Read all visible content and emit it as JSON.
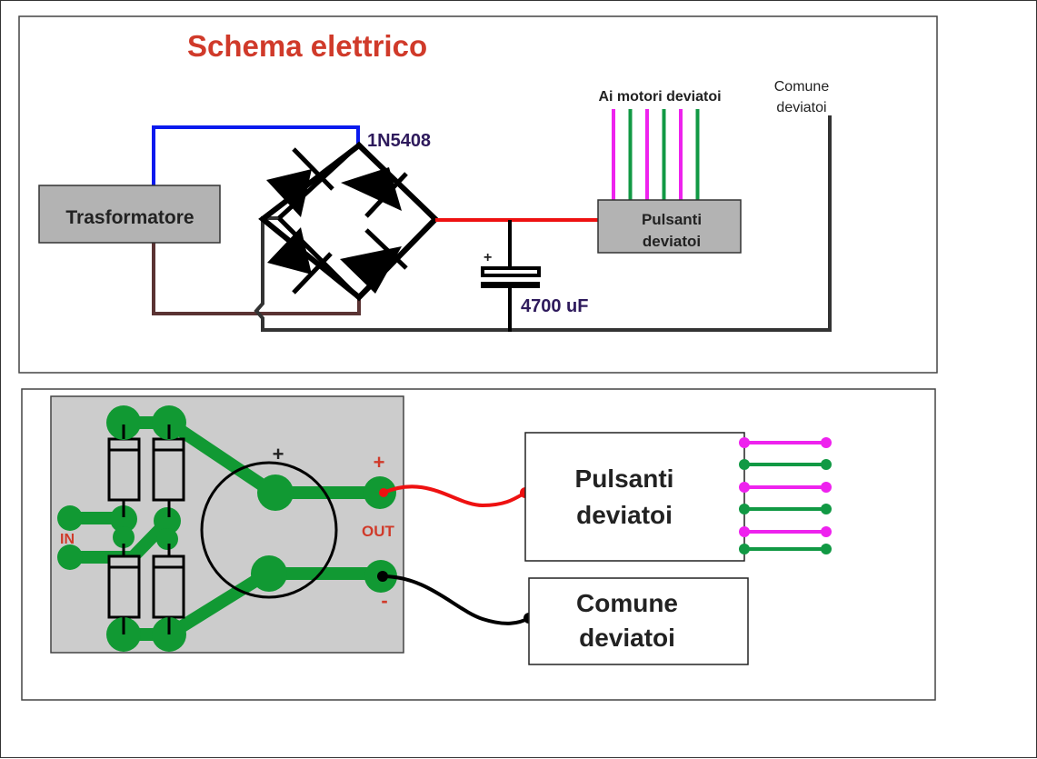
{
  "schematic": {
    "title": "Schema elettrico",
    "transformer_label": "Trasformatore",
    "diode_part": "1N5408",
    "capacitor_polarity": "+",
    "capacitor_value": "4700 uF",
    "motors_label": "Ai motori deviatoi",
    "switches_label_line1": "Pulsanti",
    "switches_label_line2": "deviatoi",
    "common_label_line1": "Comune",
    "common_label_line2": "deviatoi",
    "motor_wire_colors": [
      "#ee22ee",
      "#119944",
      "#ee22ee",
      "#119944",
      "#ee22ee",
      "#119944"
    ]
  },
  "pcb": {
    "input_label": "IN",
    "output_label": "OUT",
    "plus_label": "+",
    "minus_label": "-",
    "cap_plus_label": "+",
    "switches_label_line1": "Pulsanti",
    "switches_label_line2": "deviatoi",
    "common_label_line1": "Comune",
    "common_label_line2": "deviatoi",
    "switch_wire_colors": [
      "#ee22ee",
      "#119944",
      "#ee22ee",
      "#119944",
      "#ee22ee",
      "#119944"
    ]
  },
  "colors": {
    "title_red": "#d03a2a",
    "wire_blue": "#0a1aee",
    "wire_brown": "#5a3333",
    "wire_dark": "#333333",
    "wire_red": "#ee1111",
    "label_purple": "#2e1a5c",
    "trace_green": "#119933",
    "box_gray": "#b3b3b3",
    "pcb_gray": "#cccccc"
  }
}
